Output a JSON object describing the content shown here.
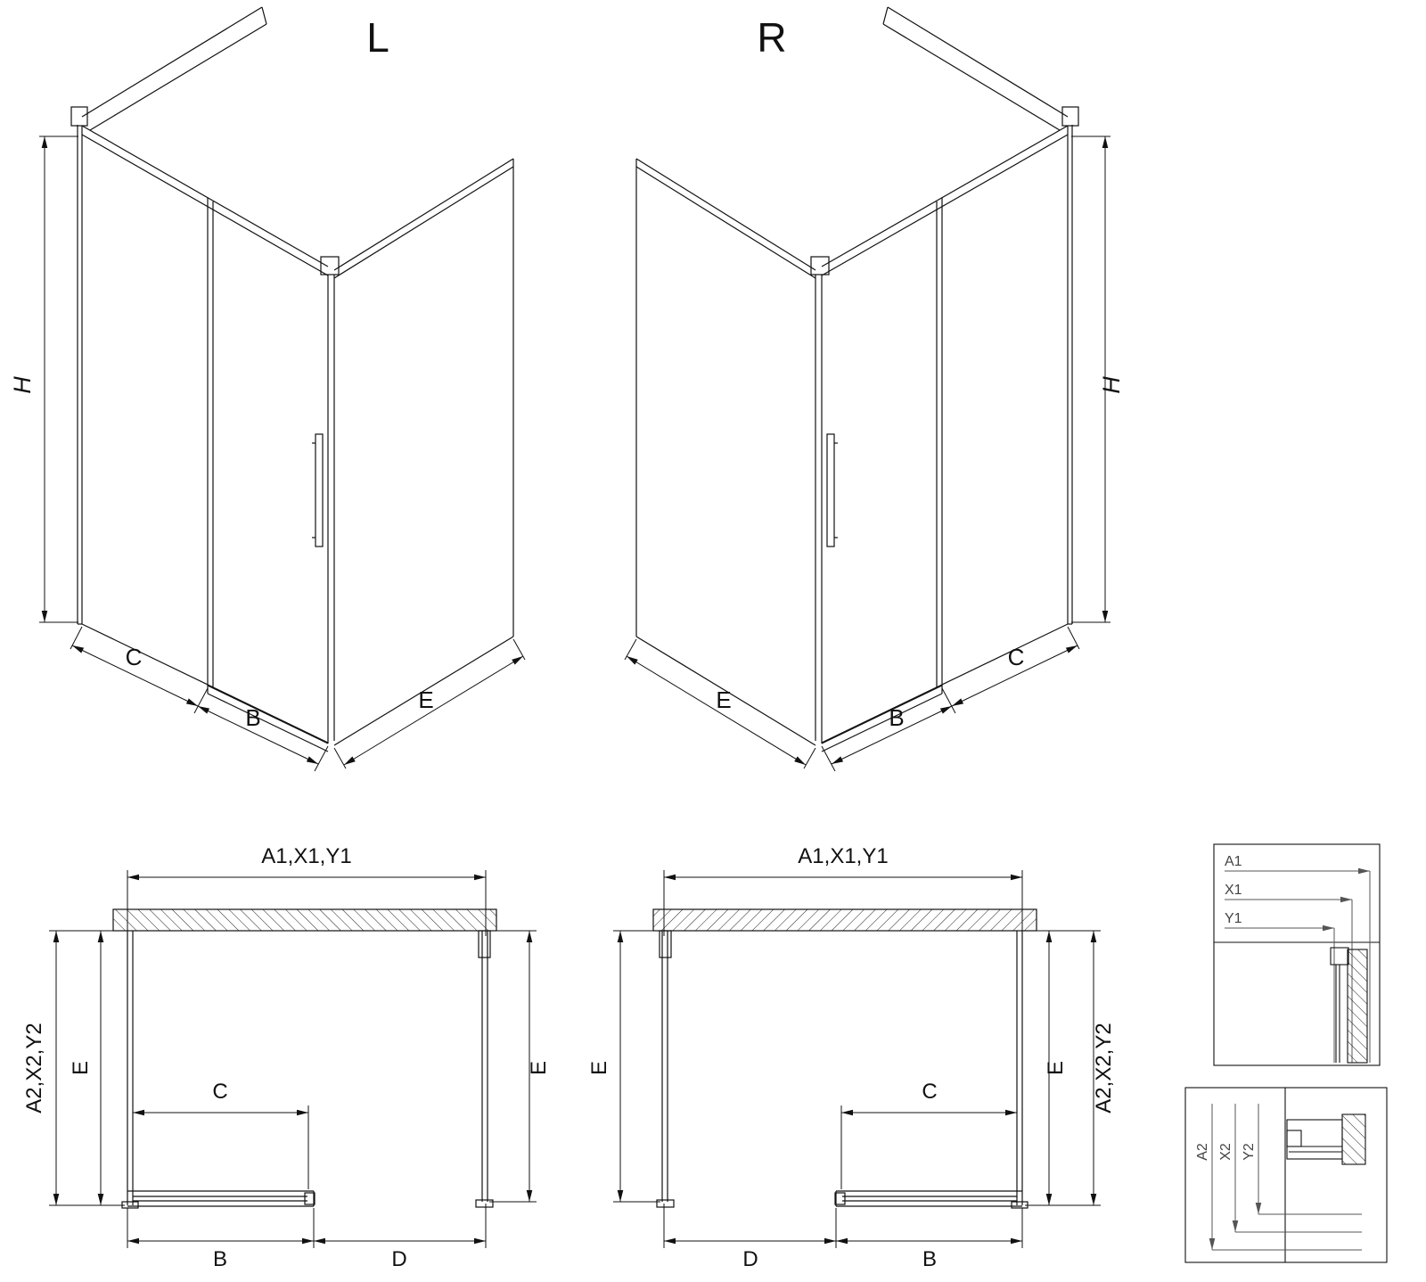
{
  "drawing": {
    "iso": {
      "left": {
        "title": "L",
        "height": "H",
        "fixed_width": "C",
        "door_width": "B",
        "side_width": "E"
      },
      "right": {
        "title": "R",
        "height": "H",
        "fixed_width": "C",
        "door_width": "B",
        "side_width": "E"
      }
    },
    "plan": {
      "left": {
        "overall_width": "A1,X1,Y1",
        "overall_depth": "A2,X2,Y2",
        "depth_left": "E",
        "depth_right": "E",
        "fixed_width": "C",
        "door_width": "B",
        "entry_width": "D"
      },
      "right": {
        "overall_width": "A1,X1,Y1",
        "overall_depth": "A2,X2,Y2",
        "depth_left": "E",
        "depth_right": "E",
        "fixed_width": "C",
        "door_width": "B",
        "entry_width": "D"
      }
    },
    "detail_top": {
      "labels": [
        "A1",
        "X1",
        "Y1"
      ]
    },
    "detail_bottom": {
      "labels": [
        "A2",
        "X2",
        "Y2"
      ]
    }
  }
}
